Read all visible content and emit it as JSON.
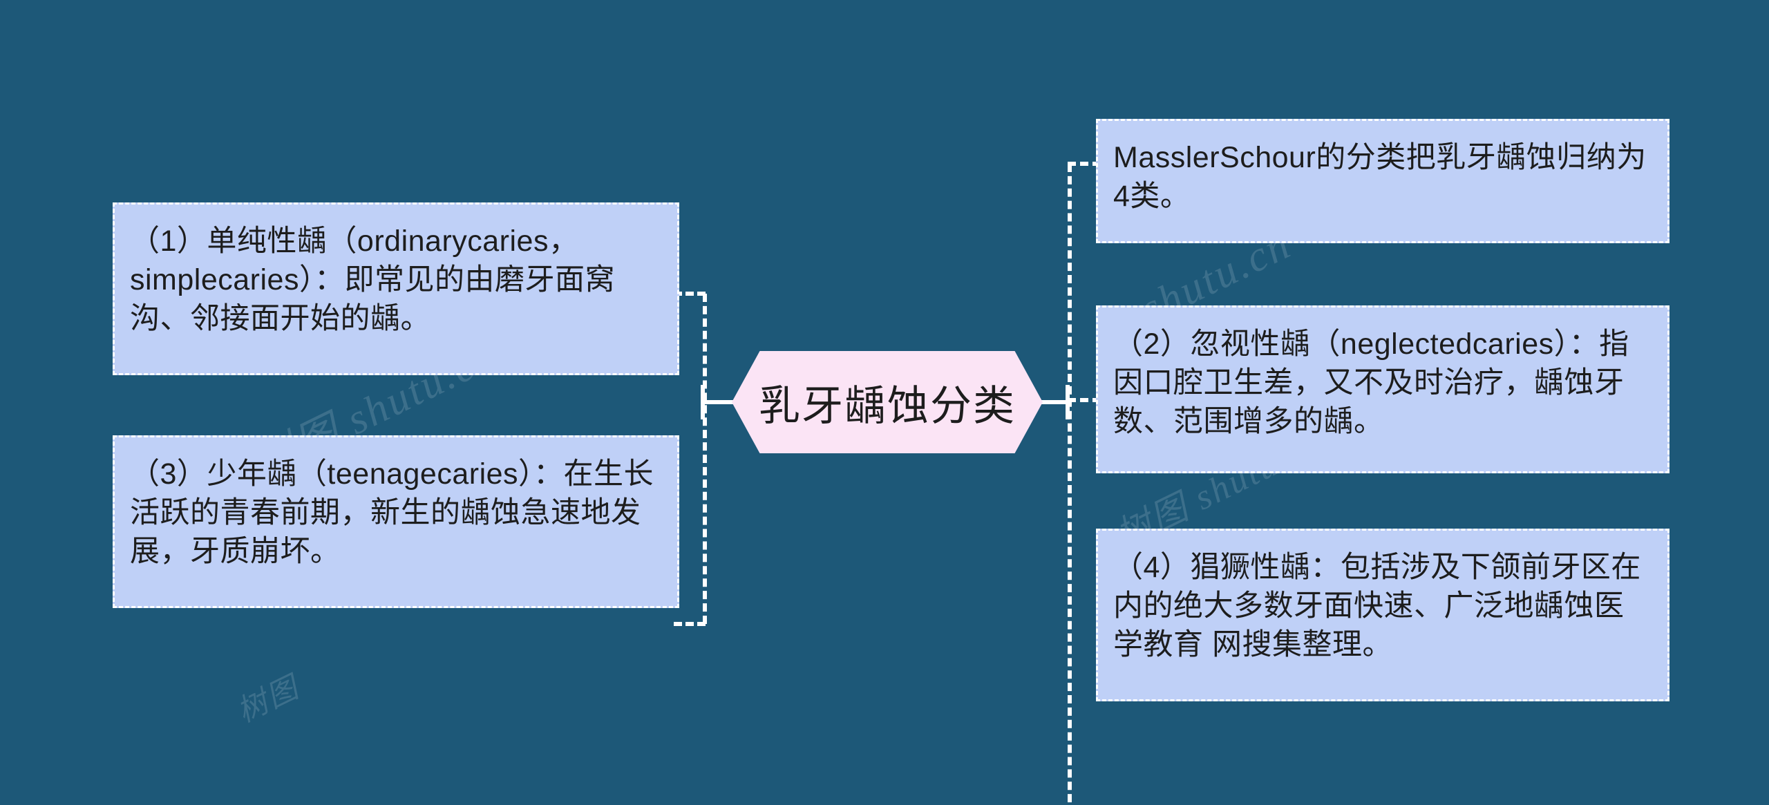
{
  "diagram": {
    "type": "mindmap",
    "background_color": "#1d5878",
    "node_fill_color": "#bfd0f7",
    "center_fill_color": "#fbe4f5",
    "connector_color": "#ffffff",
    "center": {
      "label": "乳牙龋蚀分类"
    },
    "branches_left": [
      {
        "id": "node-1",
        "label": "（1）单纯性龋（ordinarycaries，simplecaries）：即常见的由磨牙面窝沟、邻接面开始的龋。"
      },
      {
        "id": "node-3",
        "label": "（3）少年龋（teenagecaries）：在生长活跃的青春前期，新生的龋蚀急速地发展，牙质崩坏。"
      }
    ],
    "branches_right": [
      {
        "id": "node-intro",
        "label": "MasslerSchour的分类把乳牙龋蚀归纳为4类。"
      },
      {
        "id": "node-2",
        "label": "（2）忽视性龋（neglectedcaries）：指因口腔卫生差，又不及时治疗，龋蚀牙数、范围增多的龋。"
      },
      {
        "id": "node-4",
        "label": "（4）猖獗性龋：包括涉及下颌前牙区在内的绝大多数牙面快速、广泛地龋蚀医学教育 网搜集整理。"
      }
    ]
  },
  "watermark": {
    "text_a": "树图 shutu.cn",
    "text_b": "shutu.cn",
    "text_c": "树图 shutu",
    "text_d": "树图"
  }
}
